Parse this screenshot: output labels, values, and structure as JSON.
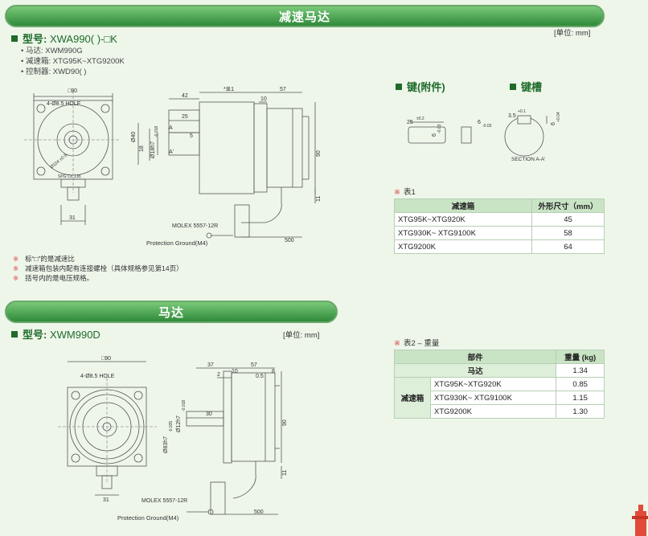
{
  "section1": {
    "title": "减速马达"
  },
  "section2": {
    "title": "马达"
  },
  "unit_label": "[单位: mm]",
  "gearmotor": {
    "model_label": "型号:",
    "model_value": "XWA990( )-□K",
    "bullets": [
      "• 马达: XWM990G",
      "• 减速箱: XTG95K~XTG9200K",
      "• 控制器: XWD90( )"
    ],
    "drawing": {
      "square": "□90",
      "holes": "4-Ø8.5 HOLE",
      "pcd": "Ø104 ±0.5",
      "brand": "SPG Co.,Ltd.",
      "d31": "31",
      "d42": "42",
      "d_star": "*표1",
      "d57": "57",
      "d25": "25",
      "d10": "10",
      "d5": "5",
      "d40": "Ø40",
      "d18": "18",
      "d_shaft": "Ø18h7",
      "d_tol": "-0.018",
      "d_zero": "0",
      "d90": "90",
      "d11": "11",
      "d500": "500",
      "a_mark": "A",
      "a2_mark": "A'",
      "molex": "MOLEX 5557-12R",
      "ground": "Protection Ground(M4)"
    },
    "notes": [
      "标“□”的是减速比",
      "减速箱包装内配有连接螺栓（具体规格参见第14页）",
      "括号内的是电压规格。"
    ]
  },
  "key": {
    "title": "键(附件)",
    "dim_len": "25",
    "dim_len_tol": "±0.2",
    "dim_w": "6",
    "dim_w_tol": "-0.03",
    "dim_h": "6",
    "dim_h_tol": "-0.03",
    "zero": "0"
  },
  "keyslot": {
    "title": "键槽",
    "dim_depth": "3.5",
    "dim_depth_tol": "+0.1",
    "dim_w": "6",
    "dim_w_tol": "+0.04",
    "zero": "0",
    "section": "SECTION A-A'"
  },
  "table1": {
    "caption": "表1",
    "headers": [
      "减速箱",
      "外形尺寸（mm）"
    ],
    "rows": [
      [
        "XTG95K~XTG920K",
        "45"
      ],
      [
        "XTG930K~ XTG9100K",
        "58"
      ],
      [
        "XTG9200K",
        "64"
      ]
    ]
  },
  "motor": {
    "model_label": "型号:",
    "model_value": "XWM990D",
    "drawing": {
      "square": "□90",
      "holes": "4-Ø8.5 HOLE",
      "d31": "31",
      "d37": "37",
      "d57": "57",
      "d2": "2",
      "d10": "10",
      "d05": "0.5",
      "d8": "8",
      "d30": "30",
      "d_pilot": "Ø83h7",
      "d_pilot_tol": "-0.035",
      "d_shaft": "Ø12h7",
      "d_shaft_tol": "-0.018",
      "zero": "0",
      "d90": "90",
      "d11": "11",
      "d500": "500",
      "molex": "MOLEX 5557-12R",
      "ground": "Protection Ground(M4)"
    }
  },
  "table2": {
    "caption": "表2 – 重量",
    "headers": [
      "部件",
      "重量 (kg)"
    ],
    "rows": [
      {
        "group": "马达",
        "model": "",
        "weight": "1.34"
      },
      {
        "group": "减速箱",
        "model": "XTG95K~XTG920K",
        "weight": "0.85"
      },
      {
        "group": "",
        "model": "XTG930K~ XTG9100K",
        "weight": "1.15"
      },
      {
        "group": "",
        "model": "XTG9200K",
        "weight": "1.30"
      }
    ]
  },
  "colors": {
    "accent": "#1e6b2a",
    "banner": "#2f8a3a",
    "table_header": "#c9e3c5",
    "background": "#eef6ea"
  }
}
